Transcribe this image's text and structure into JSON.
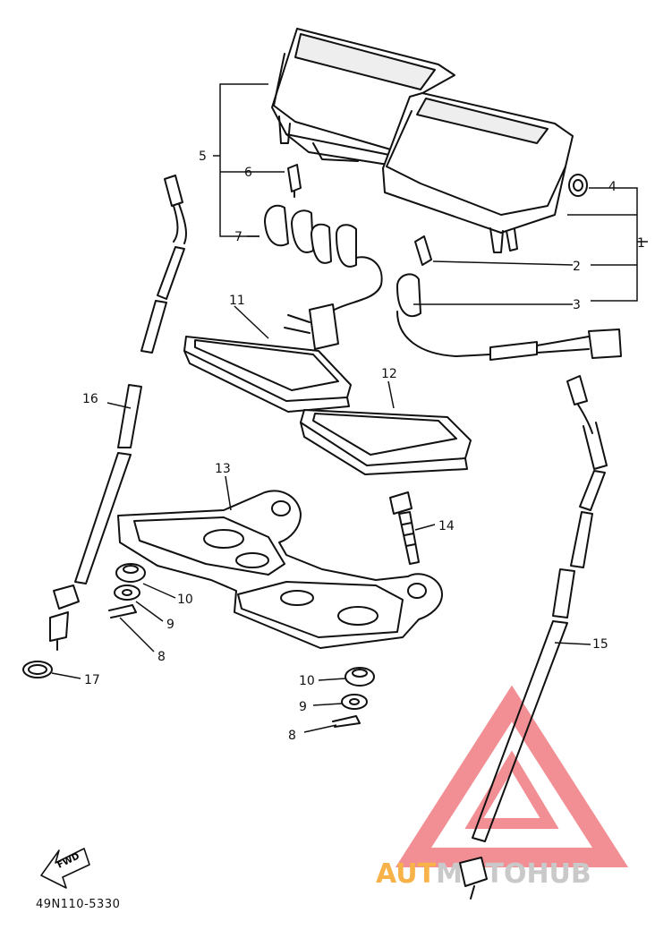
{
  "diagram": {
    "callouts": [
      {
        "id": "c1",
        "label": "1"
      },
      {
        "id": "c2",
        "label": "2"
      },
      {
        "id": "c3",
        "label": "3"
      },
      {
        "id": "c4",
        "label": "4"
      },
      {
        "id": "c5",
        "label": "5"
      },
      {
        "id": "c6",
        "label": "6"
      },
      {
        "id": "c7",
        "label": "7"
      },
      {
        "id": "c8a",
        "label": "8"
      },
      {
        "id": "c8b",
        "label": "8"
      },
      {
        "id": "c9a",
        "label": "9"
      },
      {
        "id": "c9b",
        "label": "9"
      },
      {
        "id": "c10a",
        "label": "10"
      },
      {
        "id": "c10b",
        "label": "10"
      },
      {
        "id": "c11",
        "label": "11"
      },
      {
        "id": "c12",
        "label": "12"
      },
      {
        "id": "c13",
        "label": "13"
      },
      {
        "id": "c14",
        "label": "14"
      },
      {
        "id": "c15",
        "label": "15"
      },
      {
        "id": "c16",
        "label": "16"
      },
      {
        "id": "c17",
        "label": "17"
      }
    ],
    "forward_arrow_text": "FWD",
    "diagram_code": "49N110-5330"
  },
  "watermark": {
    "part1": "AUT",
    "part2": "MOTO",
    "part3": "HUB",
    "colors": {
      "orange": "#f7b24a",
      "red": "#e8343e",
      "gray": "#c9c9c9"
    }
  }
}
